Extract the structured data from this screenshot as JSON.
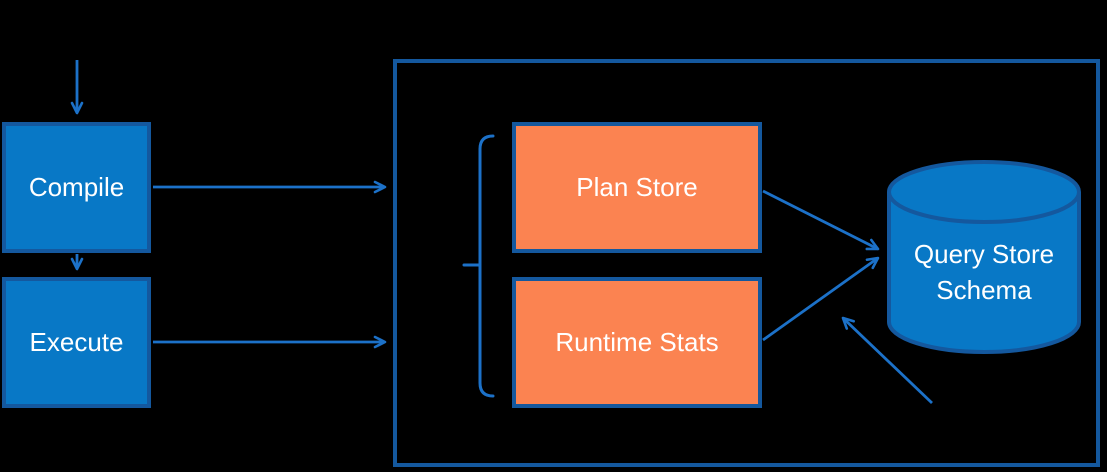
{
  "diagram": {
    "nodes": {
      "compile": {
        "label": "Compile"
      },
      "execute": {
        "label": "Execute"
      },
      "plan_store": {
        "label": "Plan Store"
      },
      "runtime_stats": {
        "label": "Runtime Stats"
      },
      "query_store_schema": {
        "line1": "Query Store",
        "line2": "Schema"
      }
    },
    "colors": {
      "background": "#000000",
      "node_blue_fill": "#0878C6",
      "node_border_blue": "#14589E",
      "node_orange_fill": "#FB8351",
      "arrow_blue": "#1C71C8",
      "label_text": "#FFFFFF"
    }
  }
}
